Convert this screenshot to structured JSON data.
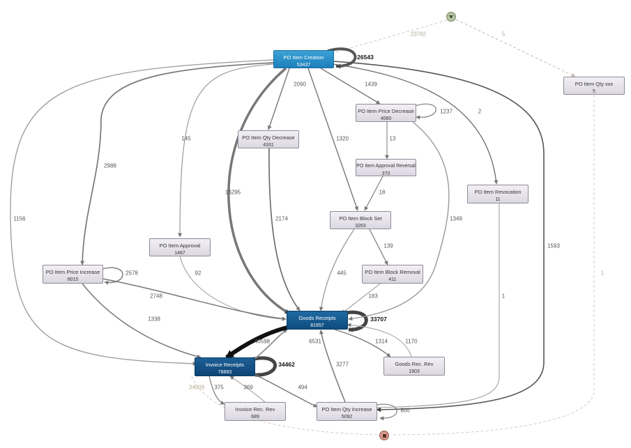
{
  "nodes": {
    "po_item_creation": {
      "label": "PO Item Creation",
      "count": "53437"
    },
    "po_item_qty_xxx": {
      "label": "PO Item Qty xxx",
      "count": "5"
    },
    "po_item_price_decrease": {
      "label": "PO Item Price Decrease",
      "count": "4060"
    },
    "po_item_qty_decrease": {
      "label": "PO Item Qty Decrease",
      "count": "4331"
    },
    "po_item_approval_reversal": {
      "label": "PO Item Approval Reversal",
      "count": "370"
    },
    "po_item_revocation": {
      "label": "PO Item Revocation",
      "count": "11"
    },
    "po_item_block_set": {
      "label": "PO Item Block Set",
      "count": "3263"
    },
    "po_item_approval": {
      "label": "PO Item Approval",
      "count": "1487"
    },
    "po_item_block_removal": {
      "label": "PO Item Block Removal",
      "count": "411"
    },
    "po_item_price_increase": {
      "label": "PO Item Price Increase",
      "count": "8015"
    },
    "goods_receipts": {
      "label": "Goods Receipts",
      "count": "81957"
    },
    "goods_rec_rev": {
      "label": "Goods Rec. Rev",
      "count": "1903"
    },
    "invoice_receipts": {
      "label": "Invoice Receipts",
      "count": "78883"
    },
    "invoice_rec_rev": {
      "label": "Invoice Rec. Rev",
      "count": "689"
    },
    "po_item_qty_increase": {
      "label": "PO Item Qty Increase",
      "count": "5092"
    }
  },
  "edge_labels": {
    "start_to_creation": "23762",
    "start_to_qtyxxx": "5",
    "creation_self": "26543",
    "creation_to_qtydec": "2090",
    "creation_to_pricedec": "1439",
    "pricedec_self": "1237",
    "creation_to_revocation": "2",
    "creation_to_approval": "145",
    "creation_to_priceinc": "2988",
    "creation_to_blockset": "1320",
    "pricedec_to_apprrev": "13",
    "apprrev_to_blockset": "18",
    "creation_to_goods": "16295",
    "qtydec_to_goods": "2174",
    "pricedec_to_goods": "1349",
    "creation_to_qtyinc": "1593",
    "qtyxxx_to_end": "1",
    "creation_to_invoice": "1156",
    "blockset_to_blockremoval": "139",
    "priceinc_self": "2578",
    "approval_to_goods": "92",
    "blockset_to_goods": "445",
    "priceinc_to_goods": "2748",
    "blockremoval_to_goods": "183",
    "revocation_to_qtyinc": "1",
    "goods_self": "33707",
    "priceinc_to_invoice": "1338",
    "invoice_to_goods": "40598",
    "goods_to_invoice": "6531",
    "goods_to_goodsrecrev": "1314",
    "goodsrecrev_to_goods": "1170",
    "invoice_self": "34462",
    "qtyinc_to_goods": "3277",
    "invoice_to_end": "34509",
    "invoice_to_invrecrev": "375",
    "invrecrev_to_invoice": "369",
    "invoice_to_qtyinc": "494",
    "qtyinc_self": "800"
  }
}
